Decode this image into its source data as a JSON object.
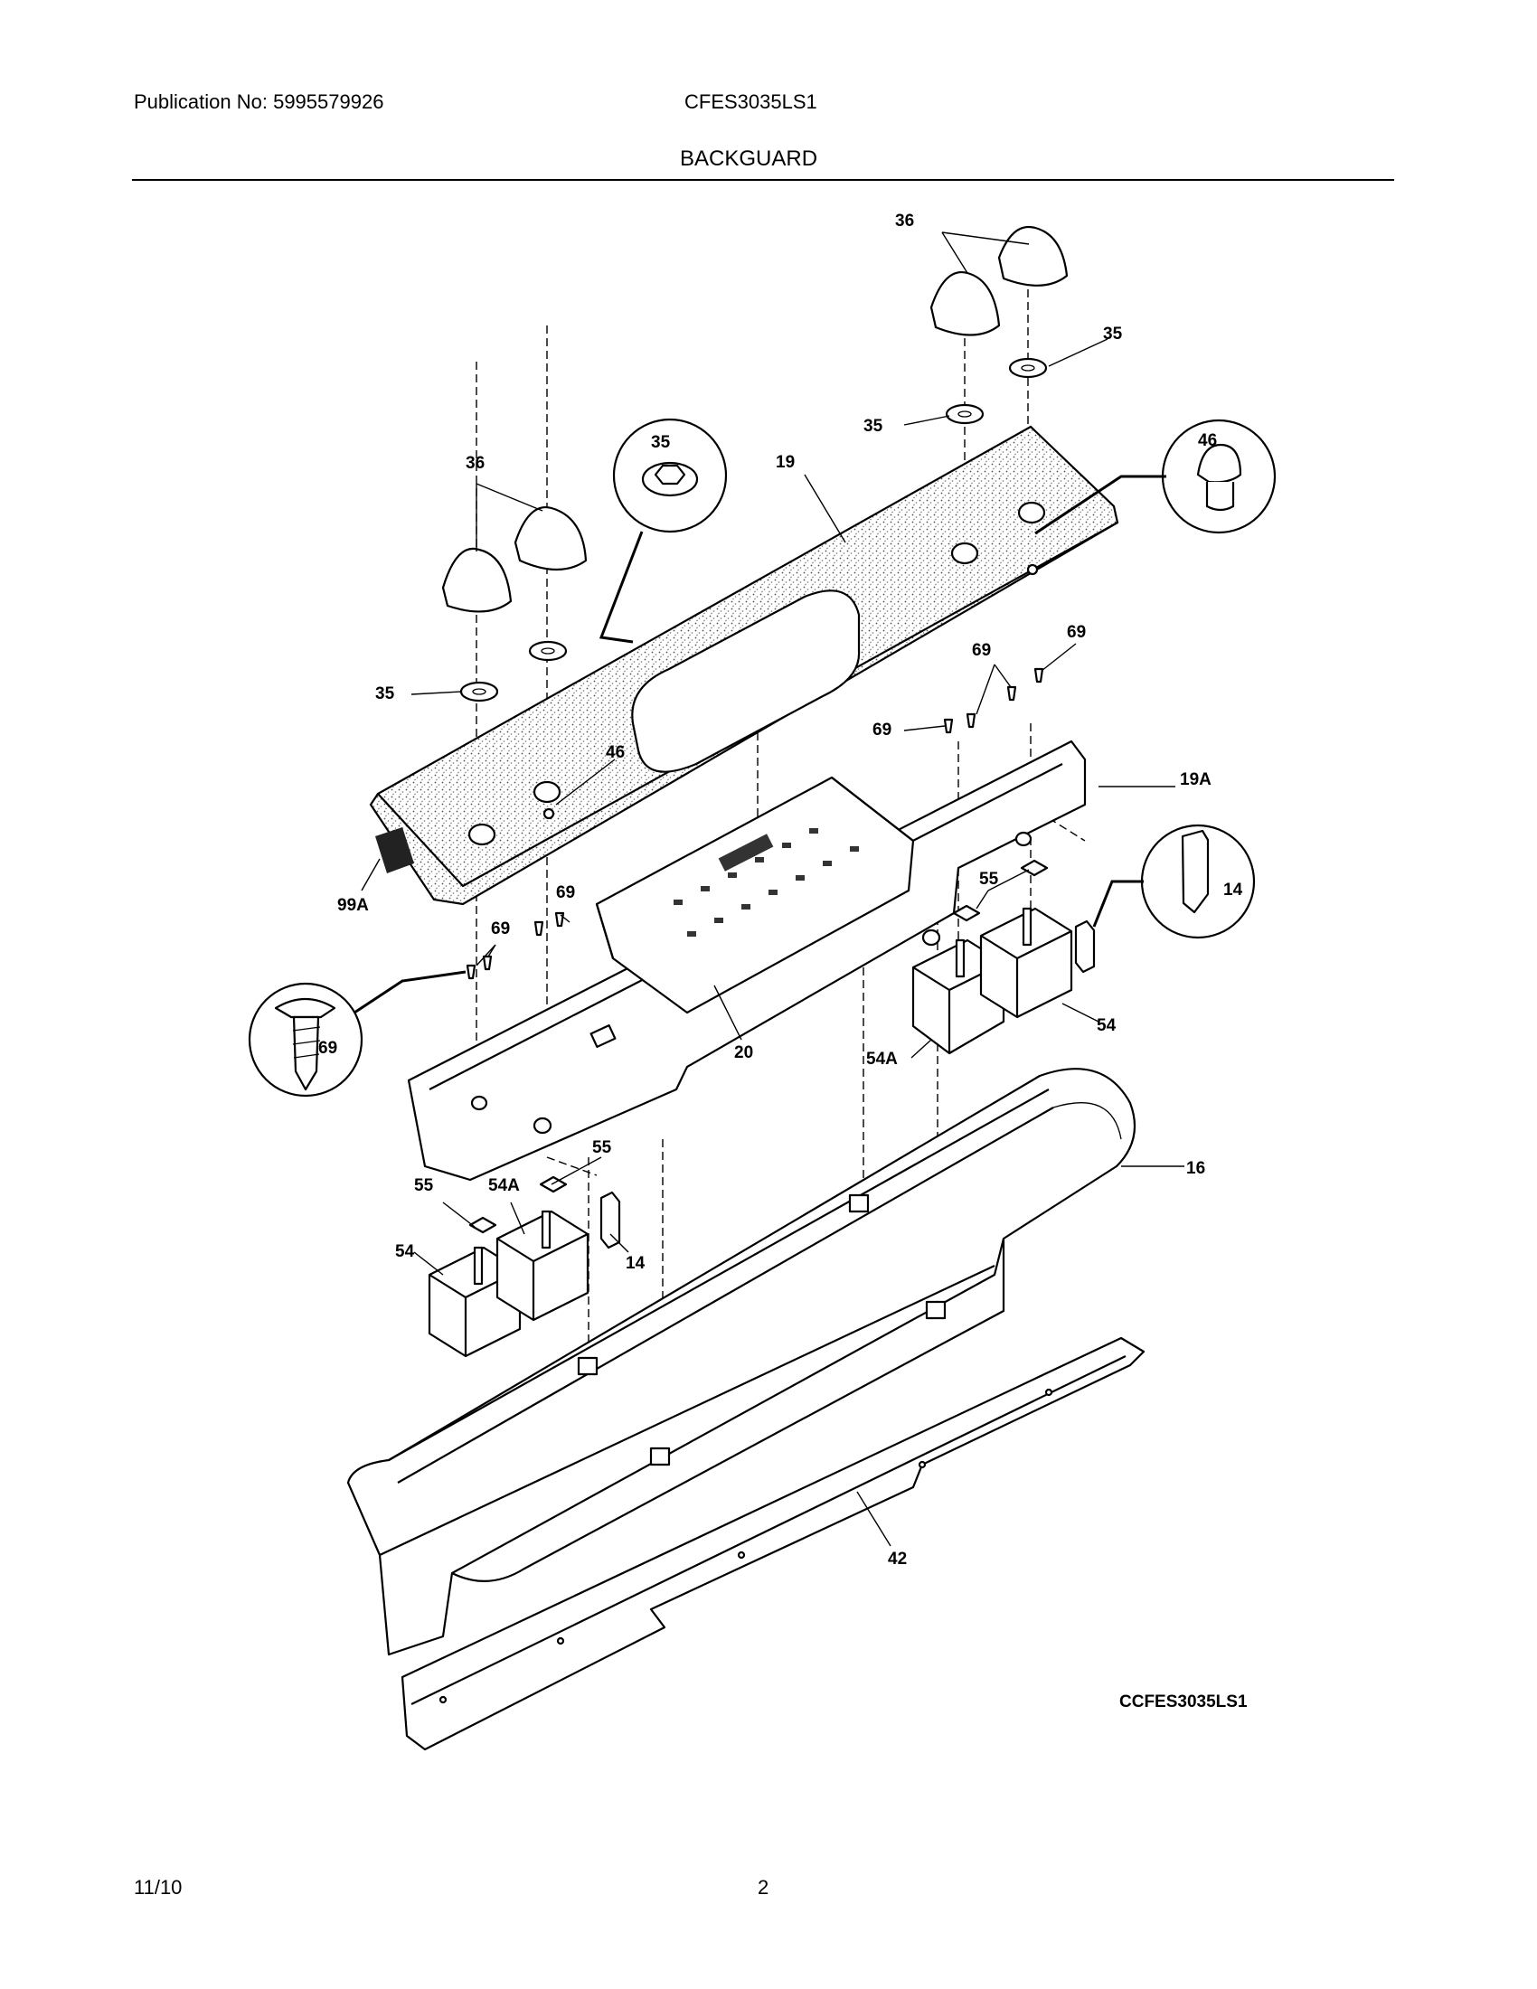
{
  "header": {
    "publication": "Publication No: 5995579926",
    "model": "CFES3035LS1",
    "section": "BACKGUARD"
  },
  "footer": {
    "date": "11/10",
    "page": "2"
  },
  "diagram": {
    "drawing_id": "CCFES3035LS1",
    "callouts": [
      "36",
      "35",
      "35",
      "46",
      "19",
      "36",
      "35",
      "35",
      "69",
      "69",
      "69",
      "19A",
      "46",
      "99A",
      "69",
      "69",
      "69",
      "20",
      "14",
      "55",
      "54",
      "54A",
      "16",
      "55",
      "55",
      "54A",
      "54",
      "14",
      "42"
    ]
  }
}
